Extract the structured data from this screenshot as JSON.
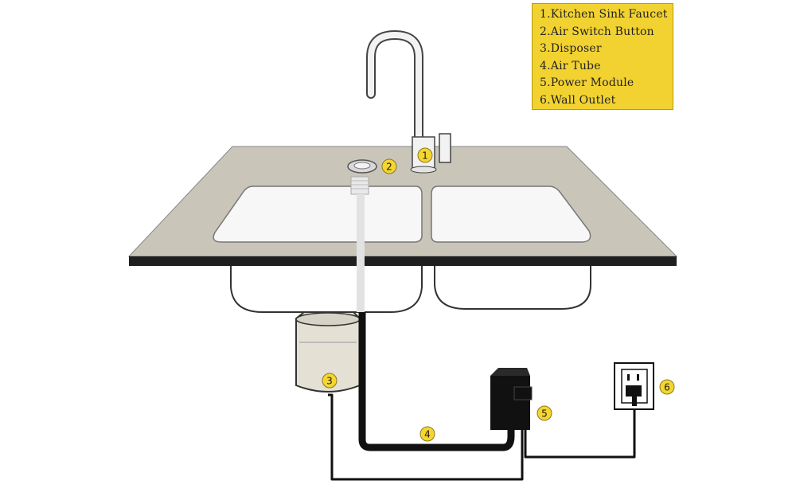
{
  "legend": {
    "items": [
      "1.Kitchen Sink Faucet",
      "2.Air Switch Button",
      "3.Disposer",
      "4.Air Tube",
      "5.Power Module",
      "6.Wall Outlet"
    ]
  },
  "callouts": {
    "faucet": "1",
    "air_switch": "2",
    "disposer": "3",
    "air_tube": "4",
    "power_module": "5",
    "wall_outlet": "6"
  },
  "colors": {
    "legend_background": "#f2d231",
    "badge_fill": "#f5d630",
    "countertop": "#c9c5b9",
    "cable": "#111111"
  }
}
